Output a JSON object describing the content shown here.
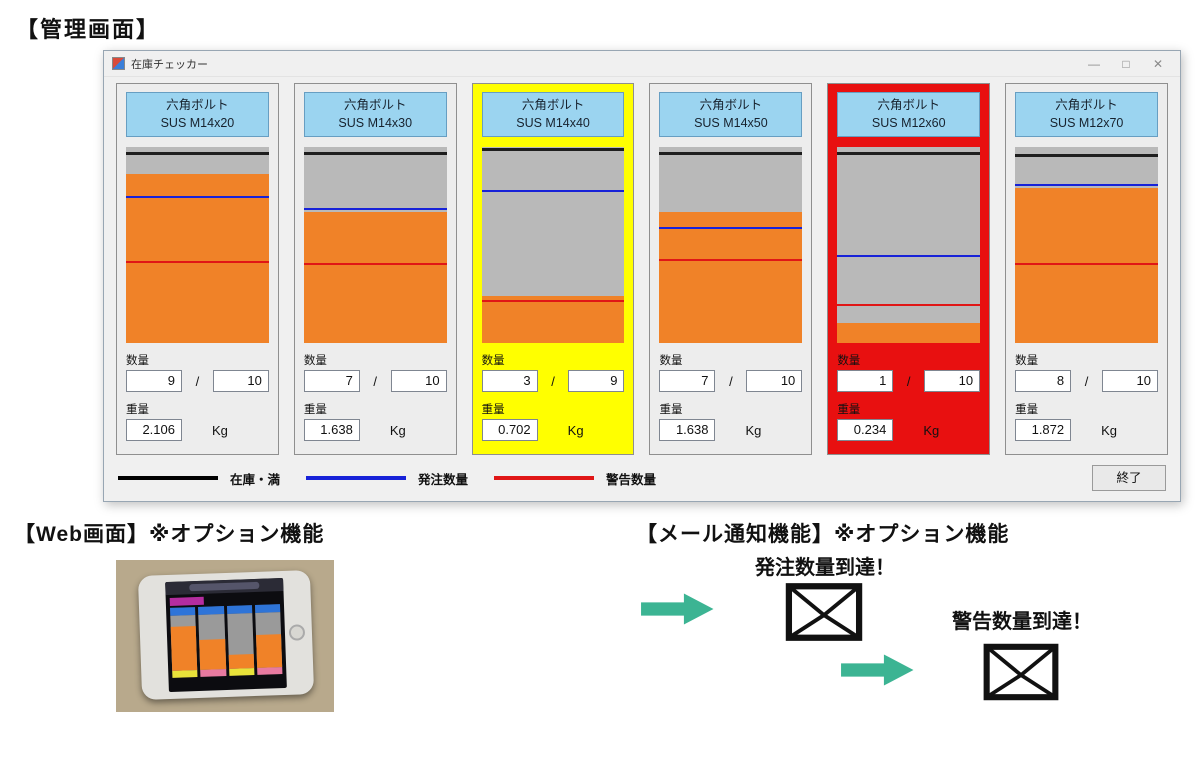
{
  "headings": {
    "admin": "【管理画面】",
    "web": "【Web画面】※オプション機能",
    "mail": "【メール通知機能】※オプション機能"
  },
  "window": {
    "title": "在庫チェッカー",
    "minimize": "—",
    "maximize": "□",
    "close": "✕",
    "exit_button": "終了"
  },
  "labels": {
    "quantity": "数量",
    "weight": "重量",
    "slash": "/"
  },
  "legend": [
    {
      "label": "在庫・満",
      "color": "#000000"
    },
    {
      "label": "発注数量",
      "color": "#1722d8"
    },
    {
      "label": "警告数量",
      "color": "#e01616"
    }
  ],
  "panels": [
    {
      "name_line1": "六角ボルト",
      "name_line2": "SUS M14x20",
      "qty": "9",
      "qty_max": "10",
      "weight": "2.106",
      "unit": "Kg",
      "state": "normal",
      "gauge": {
        "fill_pct": 86,
        "full_pct": 96,
        "order_pct": 74,
        "warning_pct": 41
      }
    },
    {
      "name_line1": "六角ボルト",
      "name_line2": "SUS M14x30",
      "qty": "7",
      "qty_max": "10",
      "weight": "1.638",
      "unit": "Kg",
      "state": "normal",
      "gauge": {
        "fill_pct": 67,
        "full_pct": 96,
        "order_pct": 68,
        "warning_pct": 40
      }
    },
    {
      "name_line1": "六角ボルト",
      "name_line2": "SUS M14x40",
      "qty": "3",
      "qty_max": "9",
      "weight": "0.702",
      "unit": "Kg",
      "state": "warning",
      "gauge": {
        "fill_pct": 24,
        "full_pct": 98,
        "order_pct": 77,
        "warning_pct": 21
      }
    },
    {
      "name_line1": "六角ボルト",
      "name_line2": "SUS M14x50",
      "qty": "7",
      "qty_max": "10",
      "weight": "1.638",
      "unit": "Kg",
      "state": "normal",
      "gauge": {
        "fill_pct": 67,
        "full_pct": 96,
        "order_pct": 58,
        "warning_pct": 42
      }
    },
    {
      "name_line1": "六角ボルト",
      "name_line2": "SUS M12x60",
      "qty": "1",
      "qty_max": "10",
      "weight": "0.234",
      "unit": "Kg",
      "state": "alarm",
      "gauge": {
        "fill_pct": 10,
        "full_pct": 96,
        "order_pct": 44,
        "warning_pct": 19
      }
    },
    {
      "name_line1": "六角ボルト",
      "name_line2": "SUS M12x70",
      "qty": "8",
      "qty_max": "10",
      "weight": "1.872",
      "unit": "Kg",
      "state": "normal",
      "gauge": {
        "fill_pct": 79,
        "full_pct": 95,
        "order_pct": 80,
        "warning_pct": 40
      }
    }
  ],
  "mail": {
    "order_reached": "発注数量到達！",
    "warning_reached": "警告数量到達！"
  },
  "colors": {
    "orange": "#f08228",
    "gauge-gray": "#b9b9b9",
    "panel-normal": "#ededed",
    "panel-warning": "#ffff00",
    "panel-alarm": "#e81010",
    "header-blue": "#9bd4f0",
    "arrow-green": "#3cb493",
    "line-black": "#1e1e1e",
    "line-blue": "#1722d8",
    "line-red": "#e01616"
  }
}
